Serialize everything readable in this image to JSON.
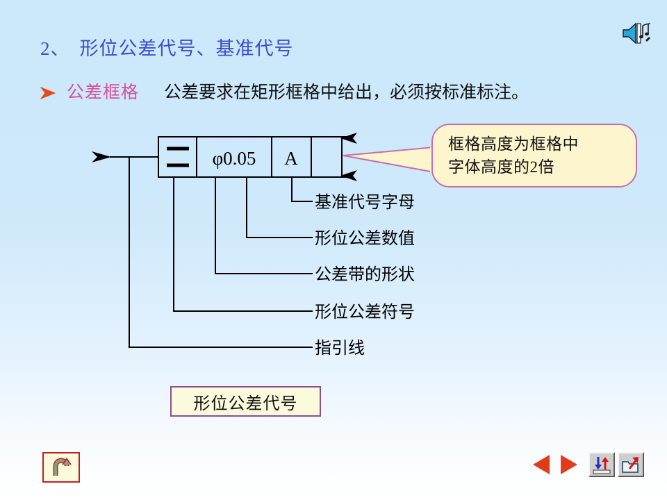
{
  "slide": {
    "title_number": "2、",
    "title_text": "形位公差代号、基准代号",
    "title_color": "#3a4fd0",
    "background_top_color": "#cbe8fb",
    "background_bottom_color": "#ffffff"
  },
  "bullet": {
    "marker_icon": "triangle-bullet-icon",
    "term": "公差框格",
    "term_color": "#d94f97",
    "description": "公差要求在矩形框格中给出，必须按标准标注。"
  },
  "frame": {
    "symbol_cell": {
      "icon": "parallelism-symbol-icon",
      "name": "形位公差符号"
    },
    "value_cell": "φ0.05",
    "datum_cell": "A",
    "empty_cell": "",
    "leader_arrow_icon": "leader-arrow-icon",
    "dimension_arrow_icon": "height-dimension-arrow-icon"
  },
  "annotations": [
    {
      "label": "基准代号字母"
    },
    {
      "label": "形位公差数值"
    },
    {
      "label": "公差带的形状"
    },
    {
      "label": "形位公差符号"
    },
    {
      "label": "指引线"
    }
  ],
  "callout": {
    "line1": "框格高度为框格中",
    "line2": "字体高度的2倍",
    "fill_color": "#fdf5cd",
    "border_color": "#c86fa8"
  },
  "caption": {
    "text": "形位公差代号",
    "fill_color": "#fbfadc",
    "border_color": "#8b4f8b"
  },
  "controls": {
    "sound_icon": "speaker-with-notes-icon",
    "return_icon": "u-turn-arrow-icon",
    "prev_icon": "triangle-left-icon",
    "next_icon": "triangle-right-icon",
    "transfer_icon": "up-down-arrows-icon",
    "open_icon": "folder-with-arrow-icon",
    "accent_red": "#e03c18",
    "accent_blue": "#1b2fc0"
  }
}
